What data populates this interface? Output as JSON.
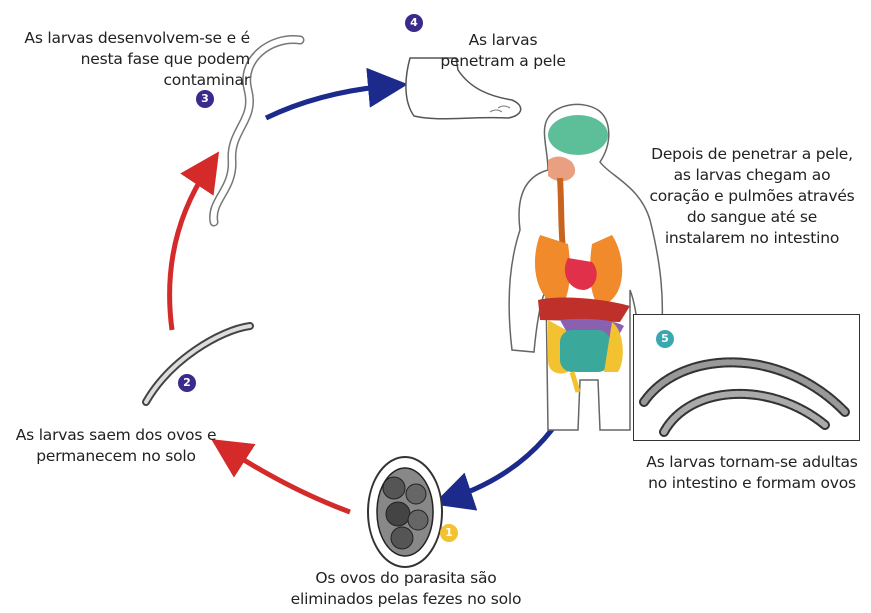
{
  "steps": [
    {
      "number": "1",
      "text": "Os ovos do parasita são eliminados pelas fezes no solo",
      "color": "#f2c230"
    },
    {
      "number": "2",
      "text": "As larvas saem dos ovos e permanecem no solo",
      "color": "#3a2a8c"
    },
    {
      "number": "3",
      "text": "As larvas desenvolvem-se e é nesta fase que podem contaminar",
      "color": "#3a2a8c"
    },
    {
      "number": "4",
      "text": "As larvas penetram a pele",
      "color": "#3a2a8c"
    },
    {
      "number": "5",
      "text": "As larvas tornam-se adultas no intestino e formam ovos",
      "color": "#3aa8b0"
    }
  ],
  "description": "Depois de penetrar a pele, as larvas chegam ao coração e pulmões através do sangue até se instalarem no intestino",
  "arrow_colors": {
    "red": "#d42a2a",
    "blue": "#1c2a8c"
  }
}
